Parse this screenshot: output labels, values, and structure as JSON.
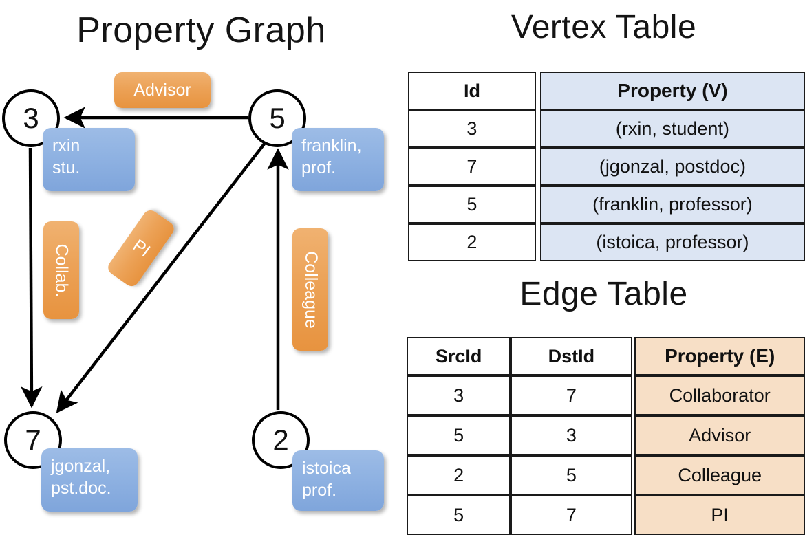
{
  "titles": {
    "property_graph": "Property Graph",
    "vertex_table": "Vertex Table",
    "edge_table": "Edge Table"
  },
  "colors": {
    "vertex_cell_blue": "#DCE5F3",
    "edge_cell_orange": "#F7DFC6",
    "node_box_blue": "#8FB2E2",
    "edge_label_orange": "#ECA257",
    "stroke_black": "#000000"
  },
  "graph": {
    "nodes": [
      {
        "id": "3",
        "property": "rxin\nstu."
      },
      {
        "id": "5",
        "property": "franklin,\nprof."
      },
      {
        "id": "7",
        "property": "jgonzal,\npst.doc."
      },
      {
        "id": "2",
        "property": "istoica\nprof."
      }
    ],
    "node_labels": {
      "n3": "3",
      "n5": "5",
      "n7": "7",
      "n2": "2"
    },
    "node_props": {
      "n3_line1": "rxin",
      "n3_line2": "stu.",
      "n5_line1": "franklin,",
      "n5_line2": "prof.",
      "n7_line1": "jgonzal,",
      "n7_line2": "pst.doc.",
      "n2_line1": "istoica",
      "n2_line2": "prof."
    },
    "edge_labels": {
      "advisor": "Advisor",
      "collab": "Collab.",
      "pi": "PI",
      "colleague": "Colleague"
    },
    "edges": [
      {
        "from": "5",
        "to": "3",
        "label": "Advisor"
      },
      {
        "from": "3",
        "to": "7",
        "label": "Collab."
      },
      {
        "from": "5",
        "to": "7",
        "label": "PI"
      },
      {
        "from": "2",
        "to": "5",
        "label": "Colleague"
      }
    ]
  },
  "vertex_table": {
    "headers": [
      "Id",
      "Property (V)"
    ],
    "rows": [
      {
        "id": "3",
        "property": "(rxin, student)"
      },
      {
        "id": "7",
        "property": "(jgonzal, postdoc)"
      },
      {
        "id": "5",
        "property": "(franklin, professor)"
      },
      {
        "id": "2",
        "property": "(istoica, professor)"
      }
    ]
  },
  "edge_table": {
    "headers": [
      "SrcId",
      "DstId",
      "Property (E)"
    ],
    "rows": [
      {
        "src": "3",
        "dst": "7",
        "property": "Collaborator"
      },
      {
        "src": "5",
        "dst": "3",
        "property": "Advisor"
      },
      {
        "src": "2",
        "dst": "5",
        "property": "Colleague"
      },
      {
        "src": "5",
        "dst": "7",
        "property": "PI"
      }
    ]
  }
}
